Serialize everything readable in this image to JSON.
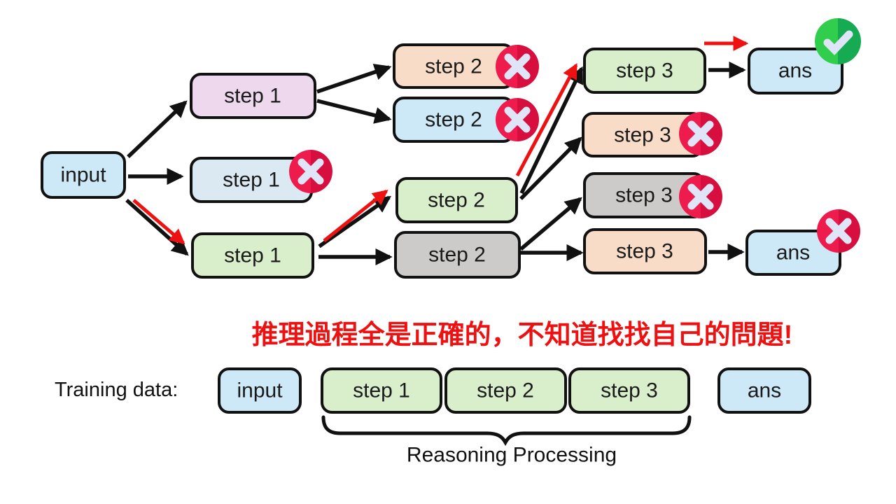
{
  "page": {
    "background": "#ffffff"
  },
  "palette": {
    "node_blue": "#cde8f6",
    "node_blue_light": "#dbe9f2",
    "node_purple": "#eed8ee",
    "node_green": "#d9efcc",
    "node_gray": "#cccbca",
    "node_orange": "#f8dcc7",
    "border": "#111111",
    "arrow_black": "#111111",
    "arrow_red": "#ee1111",
    "cross_left": "#ee1b4d",
    "cross_right": "#d60f3f",
    "check_left": "#31ce4e",
    "check_right": "#16aa52",
    "icon_glyph": "#dfe4f7",
    "text": "#1a1a1a"
  },
  "diagram": {
    "nodes": [
      {
        "id": "input",
        "label": "input",
        "color": "blue",
        "marker": "none"
      },
      {
        "id": "step1-top",
        "label": "step 1",
        "color": "purple",
        "marker": "none"
      },
      {
        "id": "step1-mid",
        "label": "step 1",
        "color": "blue-light",
        "marker": "cross"
      },
      {
        "id": "step1-bottom",
        "label": "step 1",
        "color": "green",
        "marker": "none"
      },
      {
        "id": "step2-crossed-orange",
        "label": "step 2",
        "color": "orange",
        "marker": "cross"
      },
      {
        "id": "step2-crossed-blue",
        "label": "step 2",
        "color": "blue",
        "marker": "cross"
      },
      {
        "id": "step2-green",
        "label": "step 2",
        "color": "green",
        "marker": "none"
      },
      {
        "id": "step2-gray",
        "label": "step 2",
        "color": "gray",
        "marker": "none"
      },
      {
        "id": "step3-green",
        "label": "step 3",
        "color": "green",
        "marker": "none"
      },
      {
        "id": "step3-crossed-orange",
        "label": "step 3",
        "color": "orange",
        "marker": "cross"
      },
      {
        "id": "step3-crossed-gray",
        "label": "step 3",
        "color": "gray",
        "marker": "cross"
      },
      {
        "id": "step3-orange",
        "label": "step 3",
        "color": "orange",
        "marker": "none"
      },
      {
        "id": "ans-correct",
        "label": "ans",
        "color": "blue",
        "marker": "check"
      },
      {
        "id": "ans-wrong",
        "label": "ans",
        "color": "blue",
        "marker": "cross"
      }
    ],
    "edges": [
      {
        "from": "input",
        "to": "step1-top",
        "type": "normal"
      },
      {
        "from": "input",
        "to": "step1-mid",
        "type": "normal"
      },
      {
        "from": "input",
        "to": "step1-bottom",
        "type": "chosen-red"
      },
      {
        "from": "step1-top",
        "to": "step2-crossed-orange",
        "type": "normal"
      },
      {
        "from": "step1-top",
        "to": "step2-crossed-blue",
        "type": "normal"
      },
      {
        "from": "step1-bottom",
        "to": "step2-green",
        "type": "chosen-red"
      },
      {
        "from": "step1-bottom",
        "to": "step2-gray",
        "type": "normal"
      },
      {
        "from": "step2-green",
        "to": "step3-green",
        "type": "chosen-red"
      },
      {
        "from": "step2-green",
        "to": "step3-crossed-orange",
        "type": "normal"
      },
      {
        "from": "step2-gray",
        "to": "step3-crossed-gray",
        "type": "normal"
      },
      {
        "from": "step2-gray",
        "to": "step3-orange",
        "type": "normal"
      },
      {
        "from": "step3-green",
        "to": "ans-correct",
        "type": "chosen-red"
      },
      {
        "from": "step3-orange",
        "to": "ans-wrong",
        "type": "normal"
      }
    ]
  },
  "caption": {
    "text": "推理過程全是正確的，不知道找找自己的問題!",
    "color": "#ee1111"
  },
  "training": {
    "label": "Training data:",
    "items": [
      {
        "label": "input",
        "color": "blue"
      },
      {
        "label": "step 1",
        "color": "green"
      },
      {
        "label": "step 2",
        "color": "green"
      },
      {
        "label": "step 3",
        "color": "green"
      },
      {
        "label": "ans",
        "color": "blue"
      }
    ],
    "brace_label": "Reasoning Processing"
  }
}
